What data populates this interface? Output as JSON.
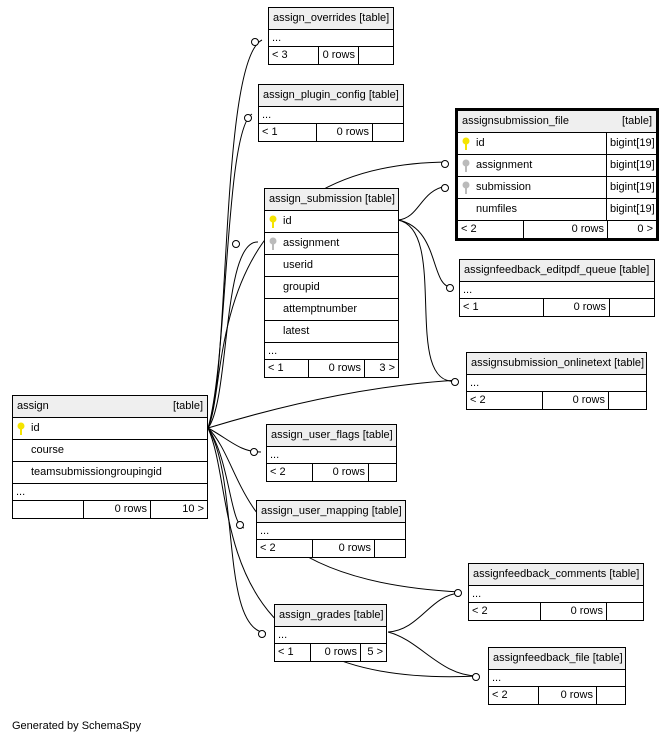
{
  "tables": {
    "assign_overrides": {
      "name": "assign_overrides",
      "tag": "[table]",
      "ellipsis": "...",
      "foot": [
        "< 3",
        "0 rows",
        ""
      ]
    },
    "assign_plugin_config": {
      "name": "assign_plugin_config",
      "tag": "[table]",
      "ellipsis": "...",
      "foot": [
        "< 1",
        "0 rows",
        ""
      ]
    },
    "assignsubmission_file": {
      "name": "assignsubmission_file",
      "tag": "[table]",
      "cols": [
        {
          "name": "id",
          "type": "bigint[19]",
          "key": "primary"
        },
        {
          "name": "assignment",
          "type": "bigint[19]",
          "key": "foreign"
        },
        {
          "name": "submission",
          "type": "bigint[19]",
          "key": "foreign"
        },
        {
          "name": "numfiles",
          "type": "bigint[19]",
          "key": ""
        }
      ],
      "foot": [
        "< 2",
        "0 rows",
        "0 >"
      ]
    },
    "assign_submission": {
      "name": "assign_submission",
      "tag": "[table]",
      "cols": [
        {
          "name": "id",
          "key": "primary"
        },
        {
          "name": "assignment",
          "key": "foreign"
        },
        {
          "name": "userid",
          "key": ""
        },
        {
          "name": "groupid",
          "key": ""
        },
        {
          "name": "attemptnumber",
          "key": ""
        },
        {
          "name": "latest",
          "key": ""
        }
      ],
      "ellipsis": "...",
      "foot": [
        "< 1",
        "0 rows",
        "3 >"
      ]
    },
    "assignfeedback_editpdf_queue": {
      "name": "assignfeedback_editpdf_queue",
      "tag": "[table]",
      "ellipsis": "...",
      "foot": [
        "< 1",
        "0 rows",
        ""
      ]
    },
    "assignsubmission_onlinetext": {
      "name": "assignsubmission_onlinetext",
      "tag": "[table]",
      "ellipsis": "...",
      "foot": [
        "< 2",
        "0 rows",
        ""
      ]
    },
    "assign": {
      "name": "assign",
      "tag": "[table]",
      "cols": [
        {
          "name": "id",
          "key": "primary"
        },
        {
          "name": "course",
          "key": ""
        },
        {
          "name": "teamsubmissiongroupingid",
          "key": ""
        }
      ],
      "ellipsis": "...",
      "foot": [
        "",
        "0 rows",
        "10 >"
      ]
    },
    "assign_user_flags": {
      "name": "assign_user_flags",
      "tag": "[table]",
      "ellipsis": "...",
      "foot": [
        "< 2",
        "0 rows",
        ""
      ]
    },
    "assign_user_mapping": {
      "name": "assign_user_mapping",
      "tag": "[table]",
      "ellipsis": "...",
      "foot": [
        "< 2",
        "0 rows",
        ""
      ]
    },
    "assignfeedback_comments": {
      "name": "assignfeedback_comments",
      "tag": "[table]",
      "ellipsis": "...",
      "foot": [
        "< 2",
        "0 rows",
        ""
      ]
    },
    "assign_grades": {
      "name": "assign_grades",
      "tag": "[table]",
      "ellipsis": "...",
      "foot": [
        "< 1",
        "0 rows",
        "5 >"
      ]
    },
    "assignfeedback_file": {
      "name": "assignfeedback_file",
      "tag": "[table]",
      "ellipsis": "...",
      "foot": [
        "< 2",
        "0 rows",
        ""
      ]
    }
  },
  "footer_text": "Generated by SchemaSpy",
  "colors": {
    "primary_key": "#f5e400",
    "foreign_key": "#bbbbbb",
    "header_bg": "#efefef"
  }
}
